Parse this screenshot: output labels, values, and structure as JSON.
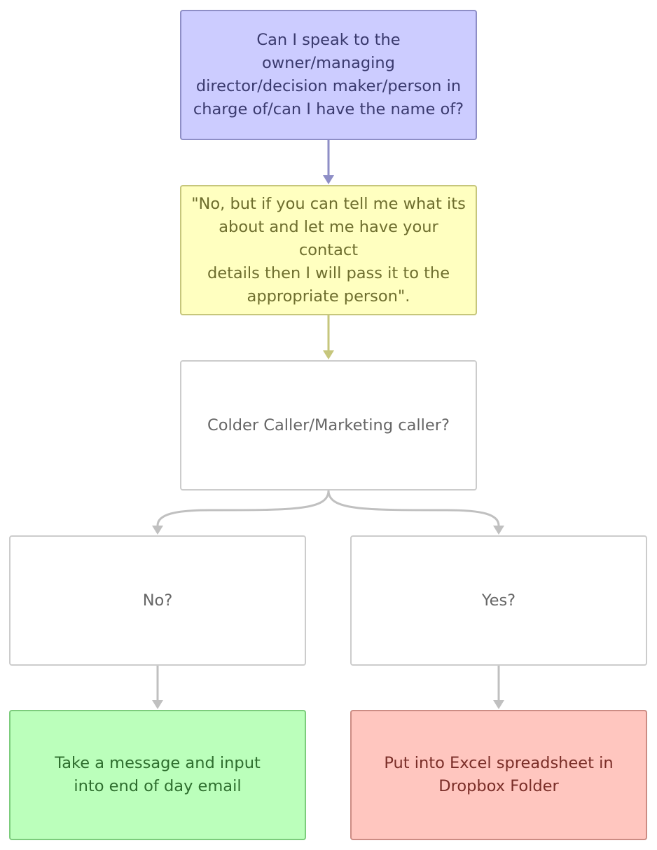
{
  "diagram": {
    "nodes": [
      {
        "id": "question",
        "label": "Can I speak to the owner/managing\ndirector/decision maker/person in\ncharge of/can I have the name of?",
        "fill": "#ccccff",
        "stroke": "#8e8ec6",
        "text_color": "#3a3a6e"
      },
      {
        "id": "response",
        "label": "\"No, but if you can tell me what its\nabout and let me have your contact\ndetails then I will pass it to the\nappropriate person\".",
        "fill": "#ffffc0",
        "stroke": "#c6c67c",
        "text_color": "#6e6e2e"
      },
      {
        "id": "caller-type",
        "label": "Colder Caller/Marketing caller?",
        "fill": "#ffffff",
        "stroke": "#cccccc",
        "text_color": "#666666"
      },
      {
        "id": "no",
        "label": "No?",
        "fill": "#ffffff",
        "stroke": "#cccccc",
        "text_color": "#666666"
      },
      {
        "id": "yes",
        "label": "Yes?",
        "fill": "#ffffff",
        "stroke": "#cccccc",
        "text_color": "#666666"
      },
      {
        "id": "take-message",
        "label": "Take a message and input\ninto end of day email",
        "fill": "#bbffbb",
        "stroke": "#7ccc7c",
        "text_color": "#2e6e2e"
      },
      {
        "id": "excel",
        "label": "Put into Excel spreadsheet in\nDropbox Folder",
        "fill": "#ffc6bf",
        "stroke": "#cc8c84",
        "text_color": "#7a2e28"
      }
    ],
    "edges": [
      {
        "from": "question",
        "to": "response",
        "color": "#8e8ec6"
      },
      {
        "from": "response",
        "to": "caller-type",
        "color": "#c6c67c"
      },
      {
        "from": "caller-type",
        "to": "no",
        "color": "#c0c0c0"
      },
      {
        "from": "caller-type",
        "to": "yes",
        "color": "#c0c0c0"
      },
      {
        "from": "no",
        "to": "take-message",
        "color": "#c0c0c0"
      },
      {
        "from": "yes",
        "to": "excel",
        "color": "#c0c0c0"
      }
    ]
  }
}
